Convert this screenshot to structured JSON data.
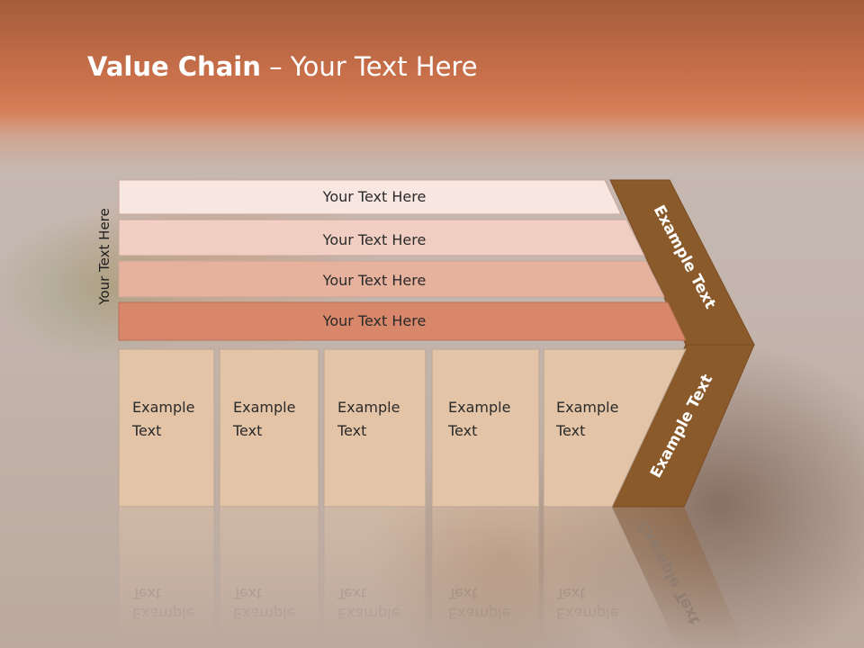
{
  "slide": {
    "title_bold": "Value Chain",
    "title_rest": " – Your Text Here",
    "side_label": "Your Text Here"
  },
  "rows": [
    {
      "label": "Your Text Here",
      "color": "#f8e6e0"
    },
    {
      "label": "Your Text Here",
      "color": "#f0cfc2"
    },
    {
      "label": "Your Text Here",
      "color": "#e7b29d"
    },
    {
      "label": "Your Text Here",
      "color": "#d9876a"
    }
  ],
  "boxes": [
    {
      "line1": "Example",
      "line2": "Text"
    },
    {
      "line1": "Example",
      "line2": "Text"
    },
    {
      "line1": "Example",
      "line2": "Text"
    },
    {
      "line1": "Example",
      "line2": "Text"
    },
    {
      "line1": "Example",
      "line2": "Text"
    }
  ],
  "chevron": {
    "upper_label": "Example Text",
    "lower_label": "Example Text",
    "color": "#8b5a2b",
    "box_color": "#e4c4a6"
  }
}
